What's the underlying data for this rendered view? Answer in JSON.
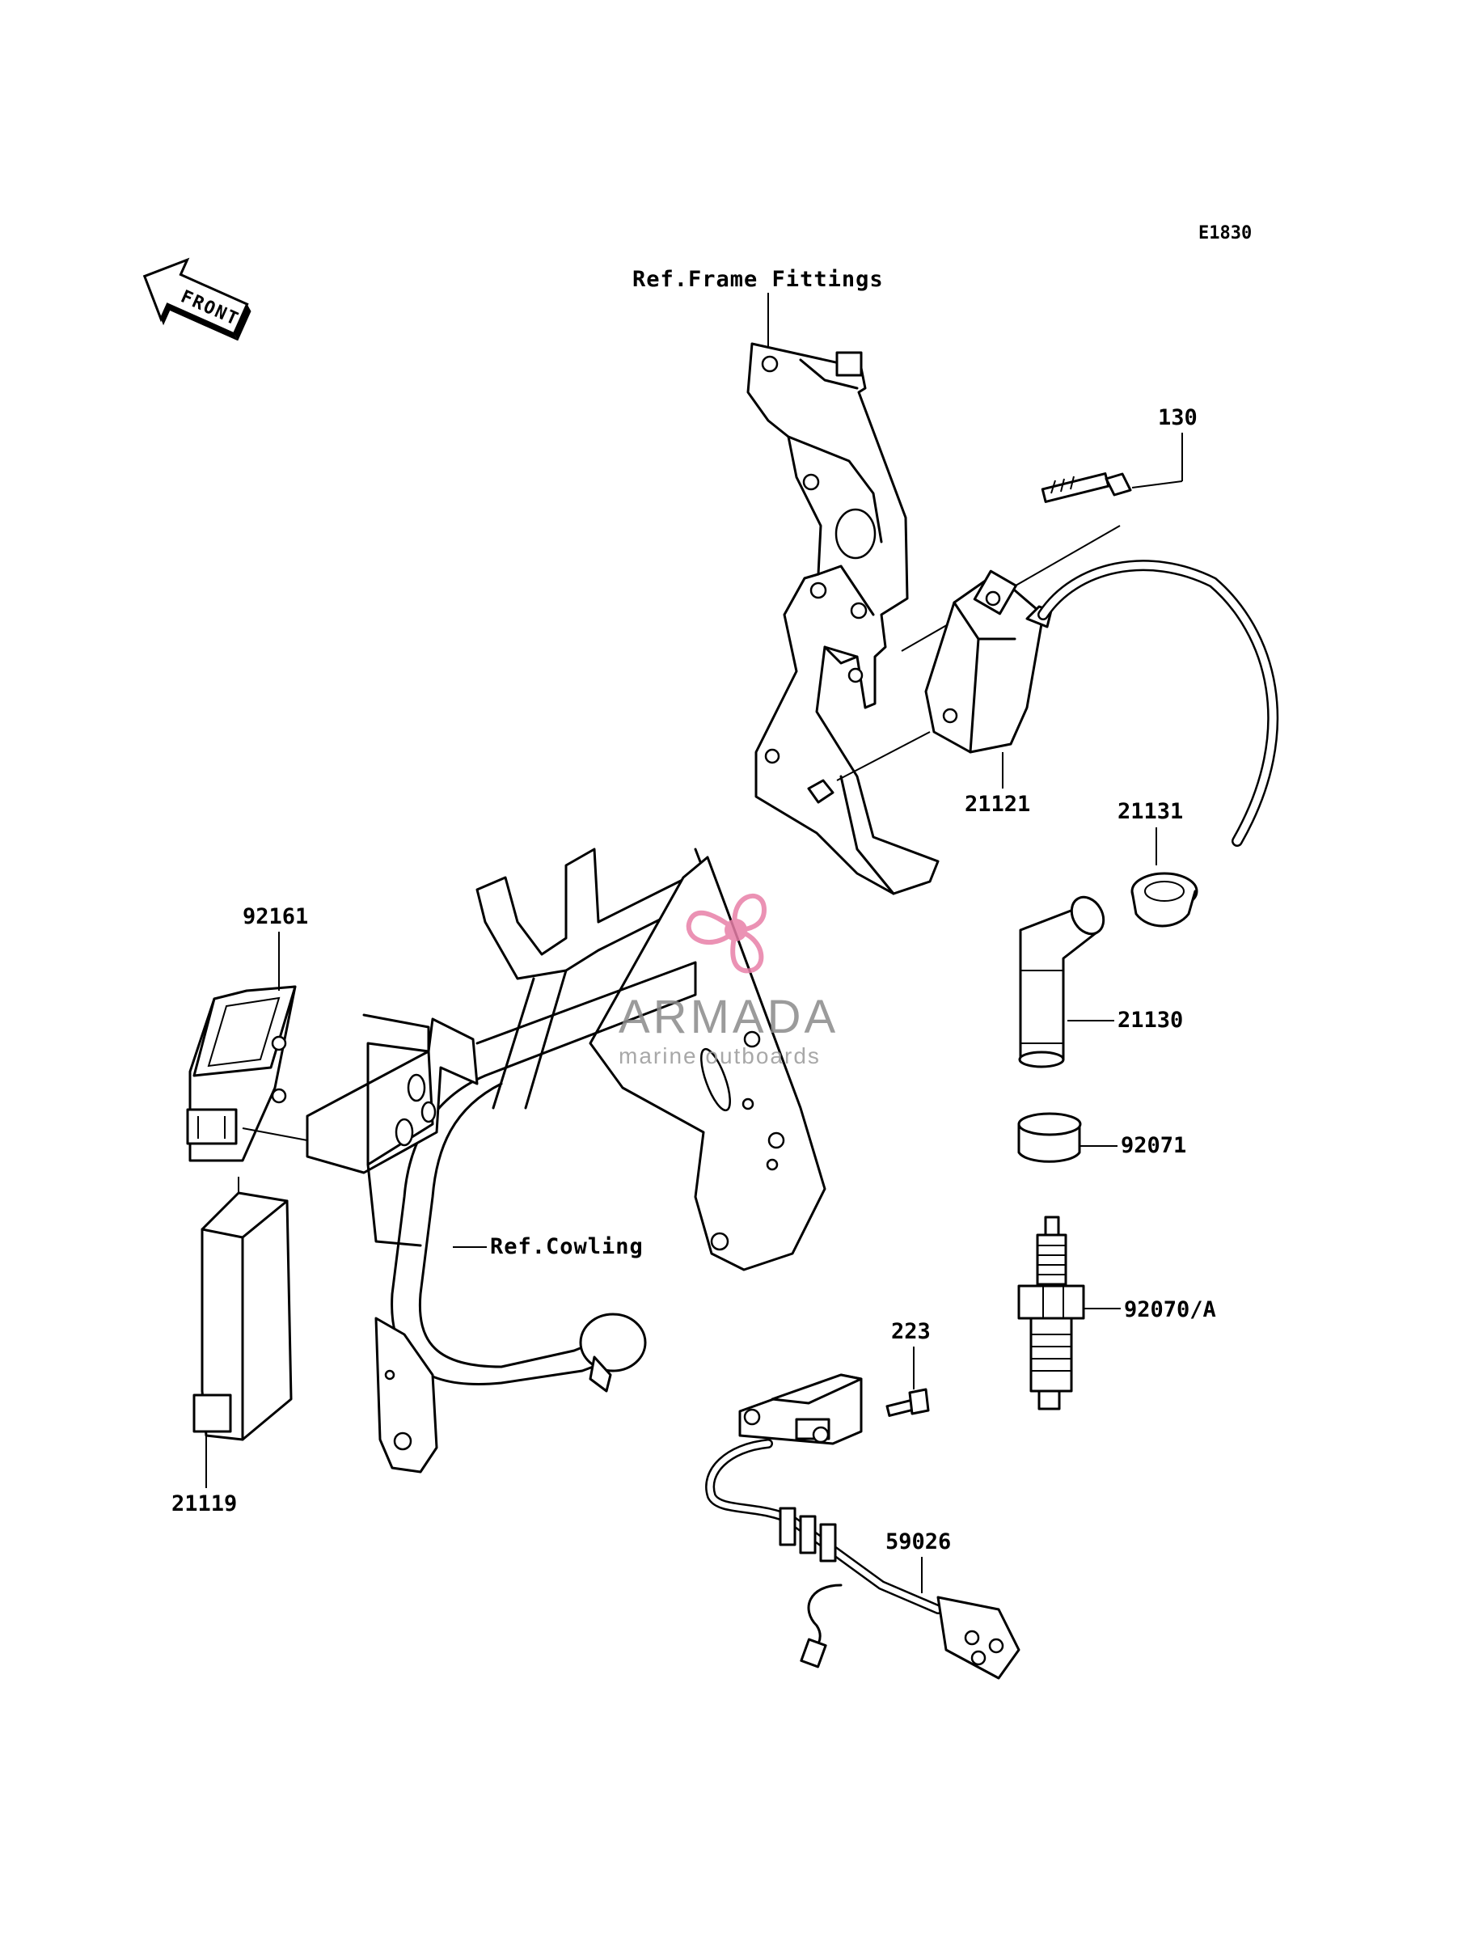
{
  "diagram_code": "E1830",
  "front_badge": "FRONT",
  "refs": {
    "frame_fittings": "Ref.Frame Fittings",
    "cowling": "Ref.Cowling"
  },
  "parts": {
    "p130": "130",
    "p21121": "21121",
    "p21131": "21131",
    "p21130": "21130",
    "p92071": "92071",
    "p92070A": "92070/A",
    "p223": "223",
    "p59026": "59026",
    "p92161": "92161",
    "p21119": "21119"
  },
  "watermark": {
    "brand": "ARMADA",
    "tagline": "marine outboards",
    "color": "#e87fa8"
  }
}
